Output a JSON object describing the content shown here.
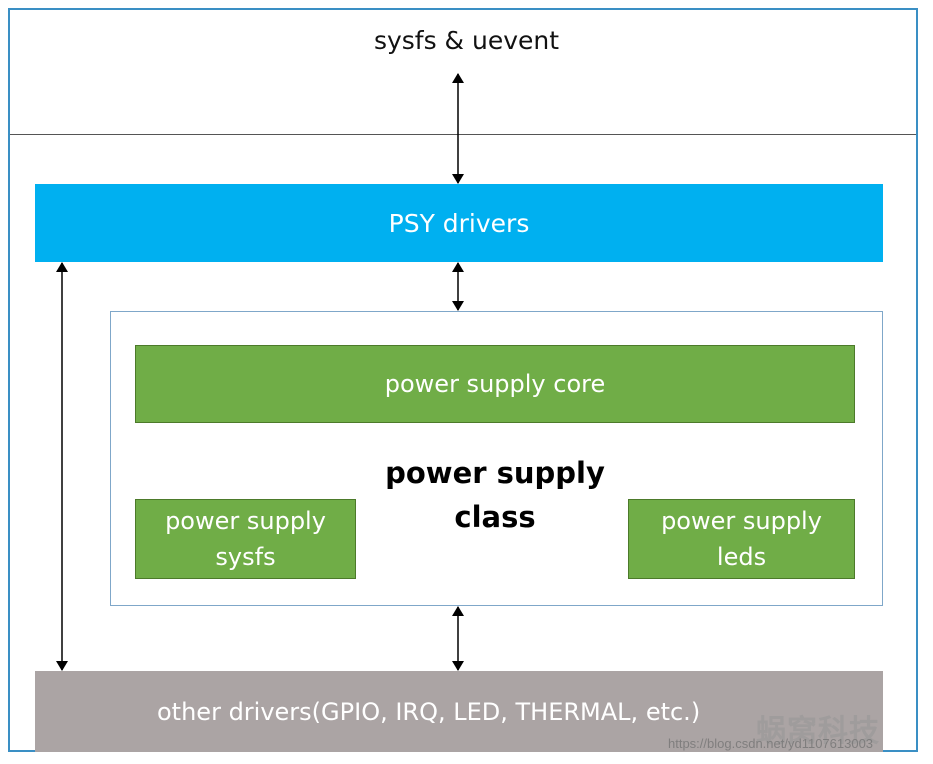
{
  "diagram": {
    "top_label": "sysfs & uevent",
    "psy_drivers": "PSY drivers",
    "class_title_line1": "power supply",
    "class_title_line2": "class",
    "core": "power supply core",
    "sysfs_line1": "power supply",
    "sysfs_line2": "sysfs",
    "leds_line1": "power supply",
    "leds_line2": "leds",
    "other_drivers": "other drivers(GPIO, IRQ, LED, THERMAL, etc.)"
  },
  "watermark": {
    "logo_text": "蜗窝科技",
    "url": "https://blog.csdn.net/yd1107613003"
  },
  "colors": {
    "frame_border": "#3a8fc4",
    "psy_blue": "#00b0f0",
    "core_green": "#70ad47",
    "other_gray": "#aba4a4",
    "arrow": "#000000"
  }
}
